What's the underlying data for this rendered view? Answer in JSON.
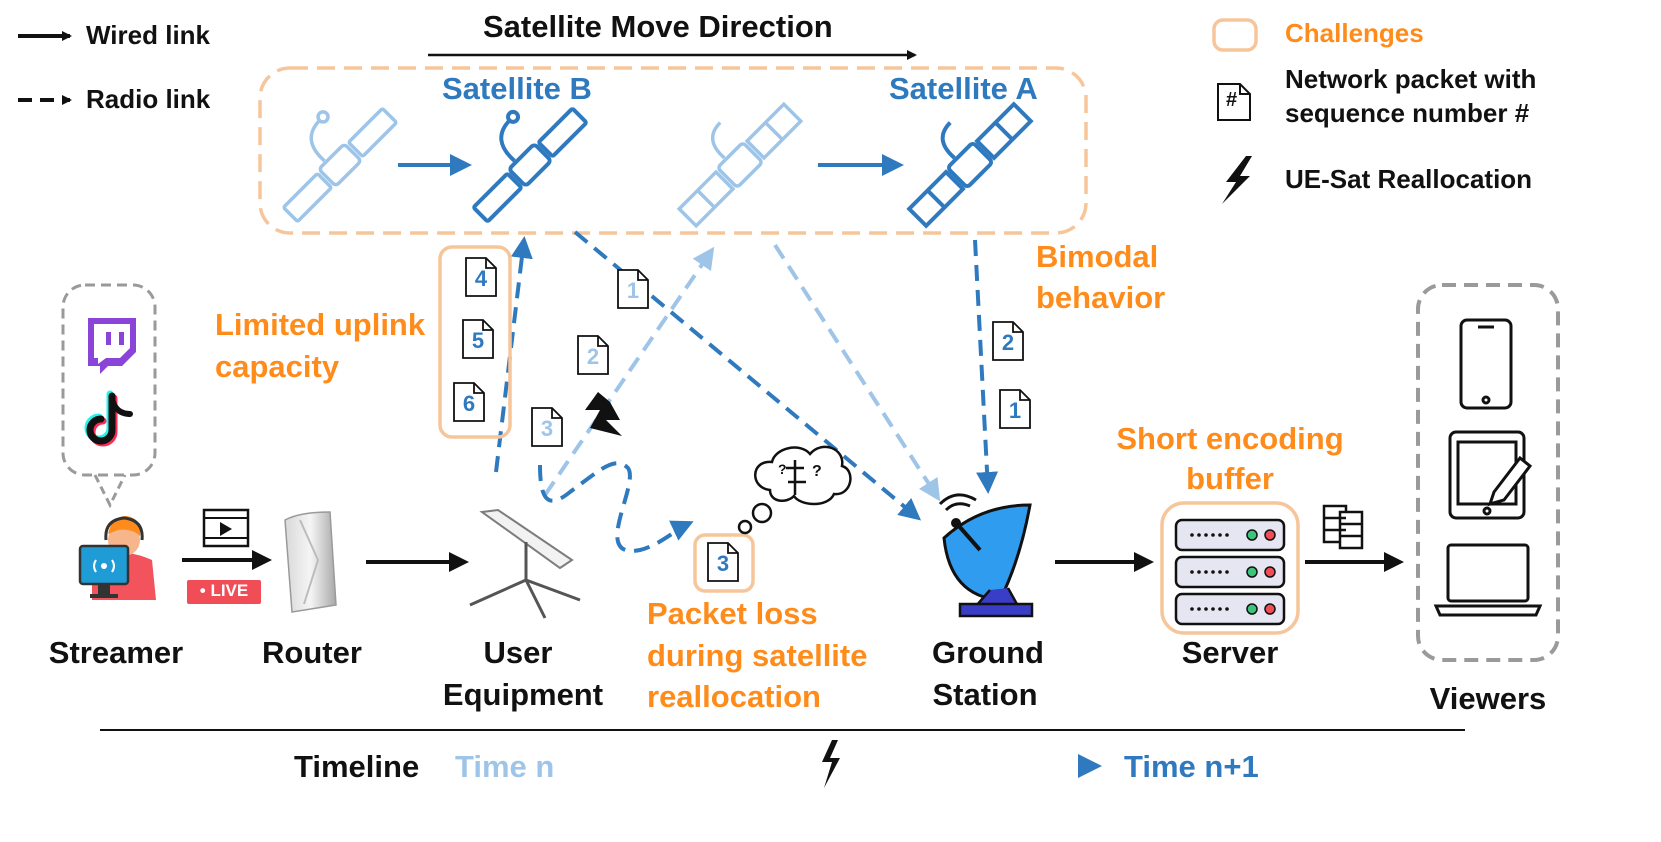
{
  "legend": {
    "wired": "Wired link",
    "radio": "Radio link",
    "challenges": "Challenges",
    "packet_line1": "Network packet with",
    "packet_line2": "sequence number #",
    "packet_symbol": "#",
    "reallocation": "UE-Sat Reallocation"
  },
  "title": "Satellite Move Direction",
  "satellites": {
    "b": "Satellite B",
    "a": "Satellite A"
  },
  "nodes": {
    "streamer": "Streamer",
    "router": "Router",
    "ue_line1": "User",
    "ue_line2": "Equipment",
    "gs_line1": "Ground",
    "gs_line2": "Station",
    "server": "Server",
    "viewers": "Viewers"
  },
  "badge": {
    "live": "• LIVE"
  },
  "challenges": {
    "uplink_line1": "Limited uplink",
    "uplink_line2": "capacity",
    "bimodal_line1": "Bimodal",
    "bimodal_line2": "behavior",
    "loss_line1": "Packet loss",
    "loss_line2": "during satellite",
    "loss_line3": "reallocation",
    "buffer_line1": "Short encoding",
    "buffer_line2": "buffer"
  },
  "packets": {
    "uplink_queue": [
      "4",
      "5",
      "6"
    ],
    "light_path": [
      "1",
      "2",
      "3"
    ],
    "ground_path": [
      "2",
      "1"
    ],
    "lost": "3"
  },
  "timeline": {
    "label": "Timeline",
    "start": "Time n",
    "end": "Time n+1"
  },
  "colors": {
    "orange": "#ff8c1a",
    "orange_box": "#f7c59a",
    "blue": "#2f7abf",
    "light_blue": "#9ec5e8",
    "gray": "#9a9a9a",
    "black": "#111111"
  }
}
